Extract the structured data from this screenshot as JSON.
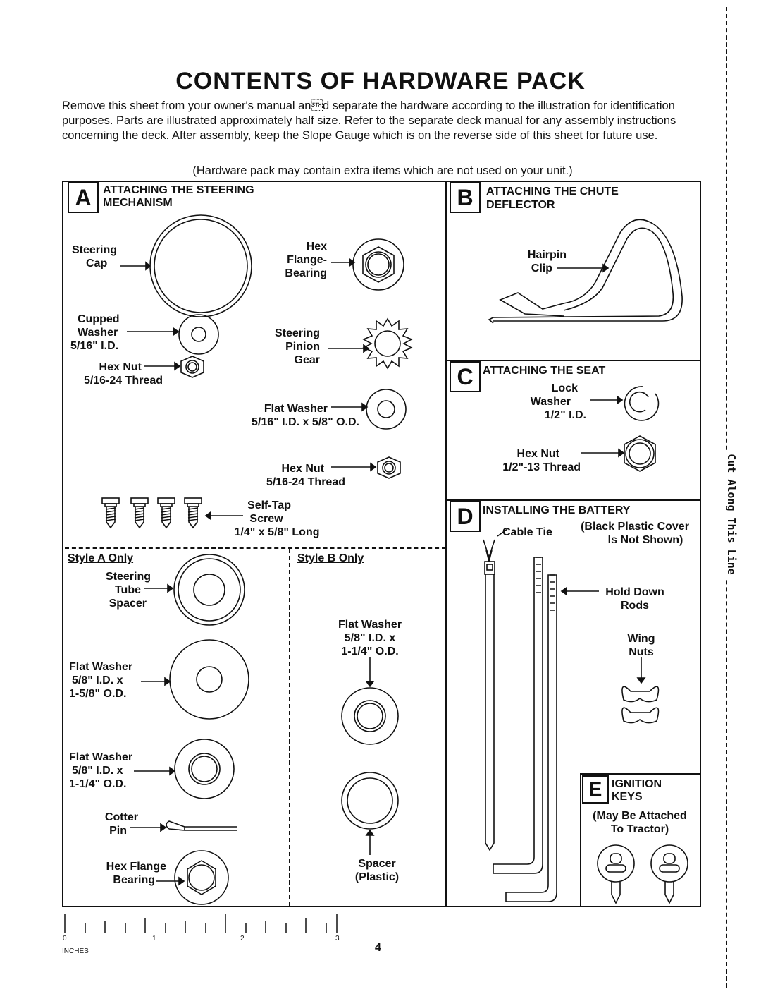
{
  "title": "CONTENTS OF HARDWARE PACK",
  "intro": "Remove this sheet from your owner's manual an\u0002d separate the hardware according to the illustration for identification purposes. Parts are illustrated approximately half size. Refer to the separate deck manual for any assembly instructions concerning the deck. After assembly, keep the Slope Gauge which is on the reverse side of this sheet for future use.",
  "note": "(Hardware pack may contain extra items which are not used on your unit.)",
  "sections": {
    "a": {
      "letter": "A",
      "heading_line1": "ATTACHING THE STEERING",
      "heading_line2": "MECHANISM"
    },
    "b": {
      "letter": "B",
      "heading_line1": "ATTACHING THE CHUTE",
      "heading_line2": "DEFLECTOR"
    },
    "c": {
      "letter": "C",
      "heading": "ATTACHING THE SEAT"
    },
    "d": {
      "letter": "D",
      "heading": "INSTALLING THE BATTERY"
    },
    "e": {
      "letter": "E",
      "heading_line1": "IGNITION",
      "heading_line2": "KEYS"
    }
  },
  "parts": {
    "steering_cap": [
      "Steering",
      "Cap"
    ],
    "hex_flange_bearing": [
      "Hex",
      "Flange-",
      "Bearing"
    ],
    "cupped_washer": [
      "Cupped",
      "Washer",
      "5/16\" I.D."
    ],
    "steering_pinion": [
      "Steering",
      "Pinion",
      "Gear"
    ],
    "hex_nut_a1": [
      "Hex Nut",
      "5/16-24 Thread"
    ],
    "flat_washer_a": [
      "Flat Washer",
      "5/16\" I.D. x 5/8\" O.D."
    ],
    "hex_nut_a2": [
      "Hex Nut",
      "5/16-24 Thread"
    ],
    "self_tap": [
      "Self-Tap",
      "Screw",
      "1/4\" x 5/8\" Long"
    ],
    "hairpin": [
      "Hairpin",
      "Clip"
    ],
    "lock_washer": [
      "Lock",
      "Washer",
      "1/2\" I.D."
    ],
    "hex_nut_c": [
      "Hex Nut",
      "1/2\"-13 Thread"
    ],
    "cable_tie": "Cable Tie",
    "battery_note": [
      "(Black Plastic Cover",
      "Is Not Shown)"
    ],
    "hold_down": [
      "Hold Down",
      "Rods"
    ],
    "wing_nuts": [
      "Wing",
      "Nuts"
    ],
    "keys_note": [
      "(May Be Attached",
      "To Tractor)"
    ],
    "style_a": "Style A Only",
    "style_b": "Style B Only",
    "tube_spacer": [
      "Steering",
      "Tube",
      "Spacer"
    ],
    "flat_washer_158": [
      "Flat Washer",
      "5/8\" I.D. x",
      "1-5/8\" O.D."
    ],
    "flat_washer_114": [
      "Flat Washer",
      "5/8\" I.D. x",
      "1-1/4\" O.D."
    ],
    "cotter_pin": [
      "Cotter",
      "Pin"
    ],
    "hex_flange_b": [
      "Hex Flange",
      "Bearing"
    ],
    "flat_washer_b": [
      "Flat Washer",
      "5/8\" I.D. x",
      "1-1/4\" O.D."
    ],
    "spacer_plastic": [
      "Spacer",
      "(Plastic)"
    ]
  },
  "ruler": {
    "unit": "INCHES",
    "labels": [
      "0",
      "1",
      "2",
      "3"
    ]
  },
  "page_number": "4",
  "cut_line": "Cut Along This Line"
}
